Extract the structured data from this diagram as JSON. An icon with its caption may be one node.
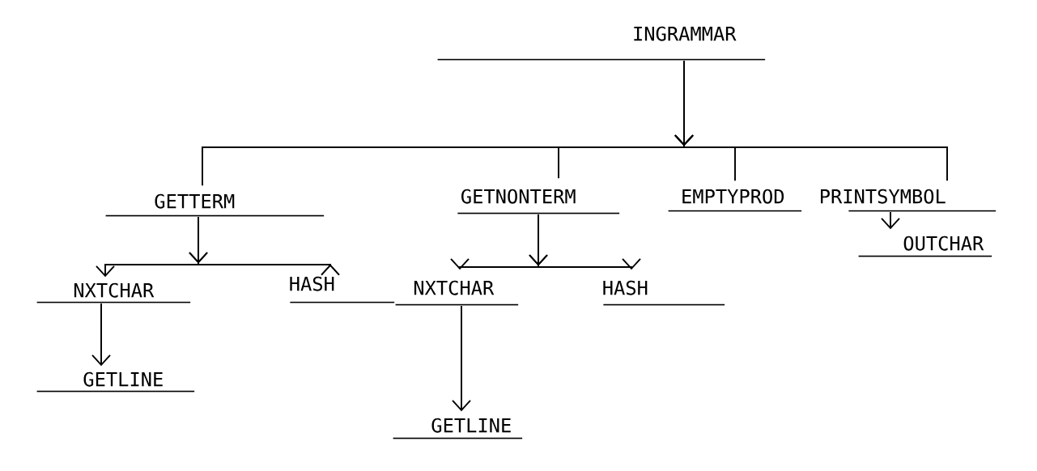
{
  "diagram": {
    "nodes": [
      {
        "text": [
          "INGRAMMAR"
        ]
      },
      {
        "text": [
          "GETTERM"
        ]
      },
      {
        "text": [
          "GETNONTERM"
        ]
      },
      {
        "text": [
          "EMPTYPROD"
        ]
      },
      {
        "text": [
          "PRINTSYMBOL"
        ]
      },
      {
        "text": [
          "NXTCHAR"
        ]
      },
      {
        "text": [
          "HASH"
        ]
      },
      {
        "text": [
          "GETLINE"
        ]
      },
      {
        "text": [
          "NXTCHAR"
        ]
      },
      {
        "text": [
          "HASH"
        ]
      },
      {
        "text": [
          "GETLINE"
        ]
      },
      {
        "text": [
          "OUTCHAR"
        ]
      }
    ],
    "edges": [
      {
        "from": 0,
        "to": 1,
        "arrow": "to"
      },
      {
        "from": 0,
        "to": 2,
        "arrow": "to"
      },
      {
        "from": 0,
        "to": 3,
        "arrow": "to"
      },
      {
        "from": 0,
        "to": 4,
        "arrow": "to"
      },
      {
        "from": 1,
        "to": 5,
        "arrow": "to"
      },
      {
        "from": 1,
        "to": 6,
        "arrow": "to"
      },
      {
        "from": 2,
        "to": 8,
        "arrow": "to"
      },
      {
        "from": 2,
        "to": 9,
        "arrow": "to"
      },
      {
        "from": 5,
        "to": 7,
        "arrow": "to"
      },
      {
        "from": 8,
        "to": 10,
        "arrow": "to"
      },
      {
        "from": 4,
        "to": 11,
        "arrow": "to"
      }
    ]
  }
}
